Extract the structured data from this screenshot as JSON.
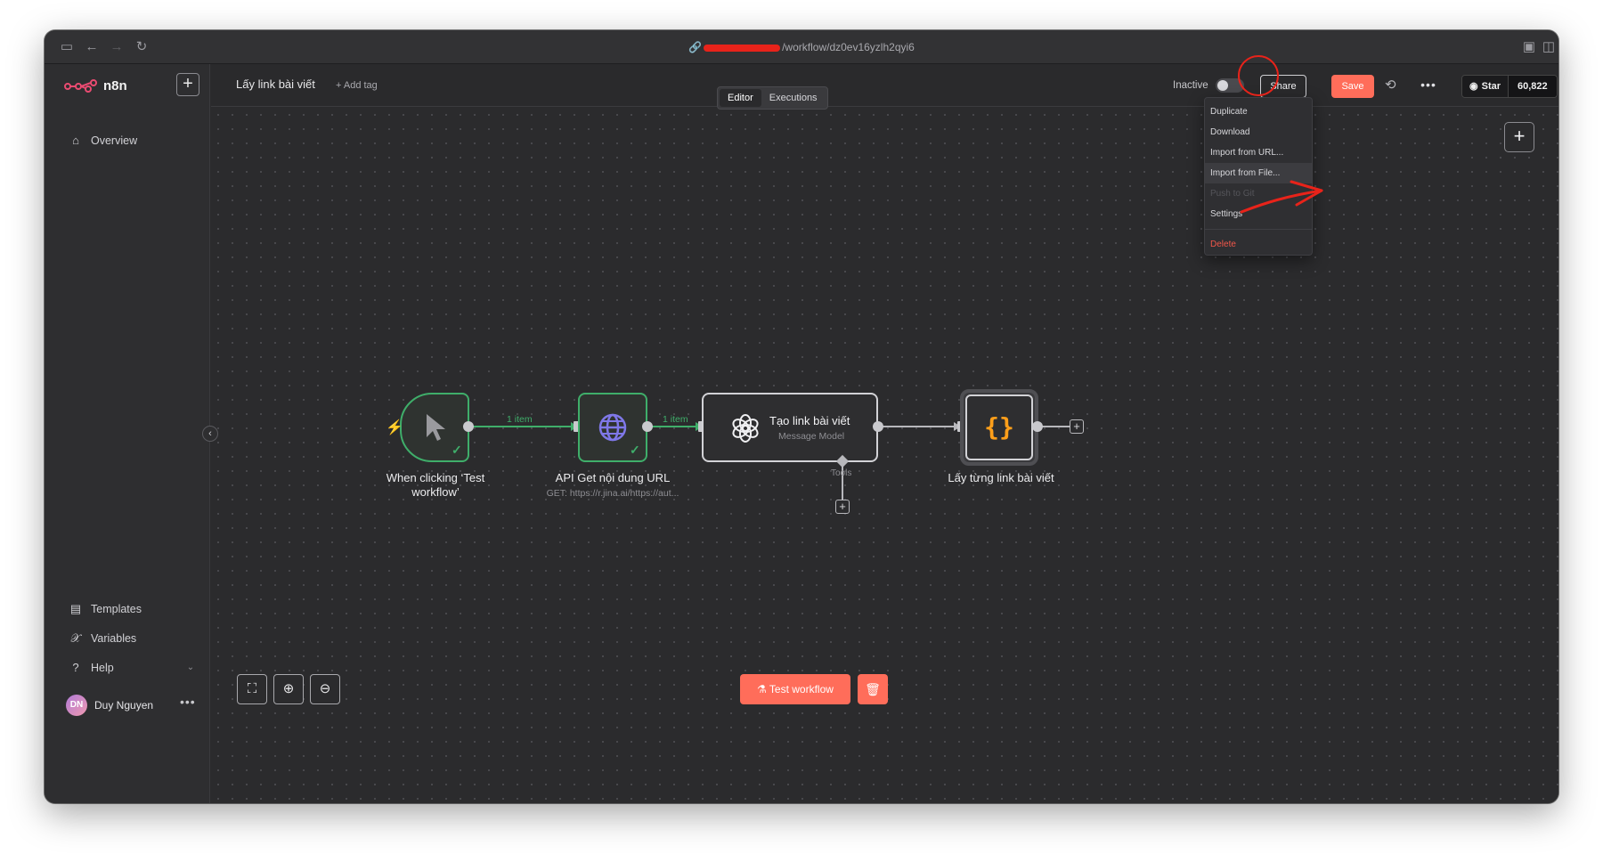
{
  "browser": {
    "url_suffix": "/workflow/dz0ev16yzlh2qyi6"
  },
  "sidebar": {
    "brand": "n8n",
    "items": [
      {
        "label": "Overview",
        "icon": "home-icon"
      },
      {
        "label": "Templates",
        "icon": "box-icon"
      },
      {
        "label": "Variables",
        "icon": "variable-icon"
      },
      {
        "label": "Help",
        "icon": "question-icon"
      }
    ],
    "user": {
      "initials": "DN",
      "name": "Duy Nguyen"
    }
  },
  "header": {
    "workflow_title": "Lấy link bài viết",
    "add_tag": "+ Add tag",
    "status": "Inactive",
    "share": "Share",
    "save": "Save",
    "github_star": "Star",
    "github_count": "60,822"
  },
  "tabs": [
    "Editor",
    "Executions"
  ],
  "menu": {
    "items": [
      {
        "label": "Duplicate",
        "state": "normal"
      },
      {
        "label": "Download",
        "state": "normal"
      },
      {
        "label": "Import from URL...",
        "state": "normal"
      },
      {
        "label": "Import from File...",
        "state": "hover"
      },
      {
        "label": "Push to Git",
        "state": "disabled"
      },
      {
        "label": "Settings",
        "state": "normal"
      },
      {
        "label": "Delete",
        "state": "danger"
      }
    ]
  },
  "nodes": {
    "trigger": {
      "label_line1": "When clicking ‘Test",
      "label_line2": "workflow’"
    },
    "http": {
      "label": "API Get nội dung URL",
      "subtitle": "GET: https://r.jina.ai/https://aut..."
    },
    "llm": {
      "title": "Tạo link bài viết",
      "subtitle": "Message Model",
      "tools_label": "Tools"
    },
    "code": {
      "label": "Lấy từng link bài viết"
    }
  },
  "edges": {
    "label1": "1 item",
    "label2": "1 item"
  },
  "footer": {
    "test_workflow": "Test workflow"
  },
  "colors": {
    "accent": "#ff6d5a",
    "success": "#3fae6a",
    "annotation": "#e8231a"
  }
}
